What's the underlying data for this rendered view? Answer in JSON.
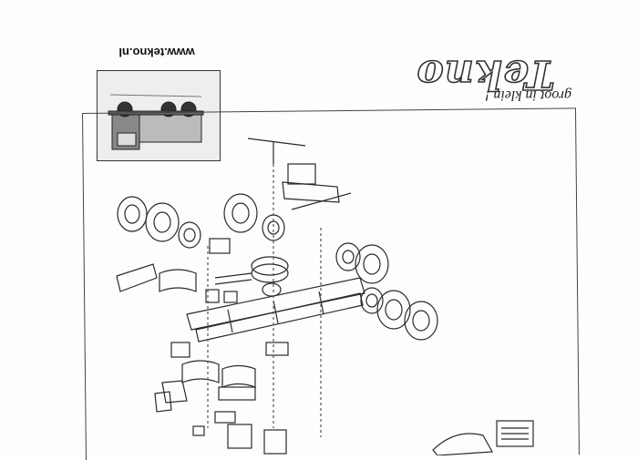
{
  "document": {
    "brand": "Tekno",
    "slogan": "groot in klein !",
    "website": "www.tekno.nl"
  },
  "icons": {
    "logo": "tekno-logo",
    "truck_photo": "truck-photo",
    "diagram": "exploded-assembly-diagram"
  },
  "colors": {
    "ink": "#333333",
    "paper": "#fdfdfd"
  }
}
